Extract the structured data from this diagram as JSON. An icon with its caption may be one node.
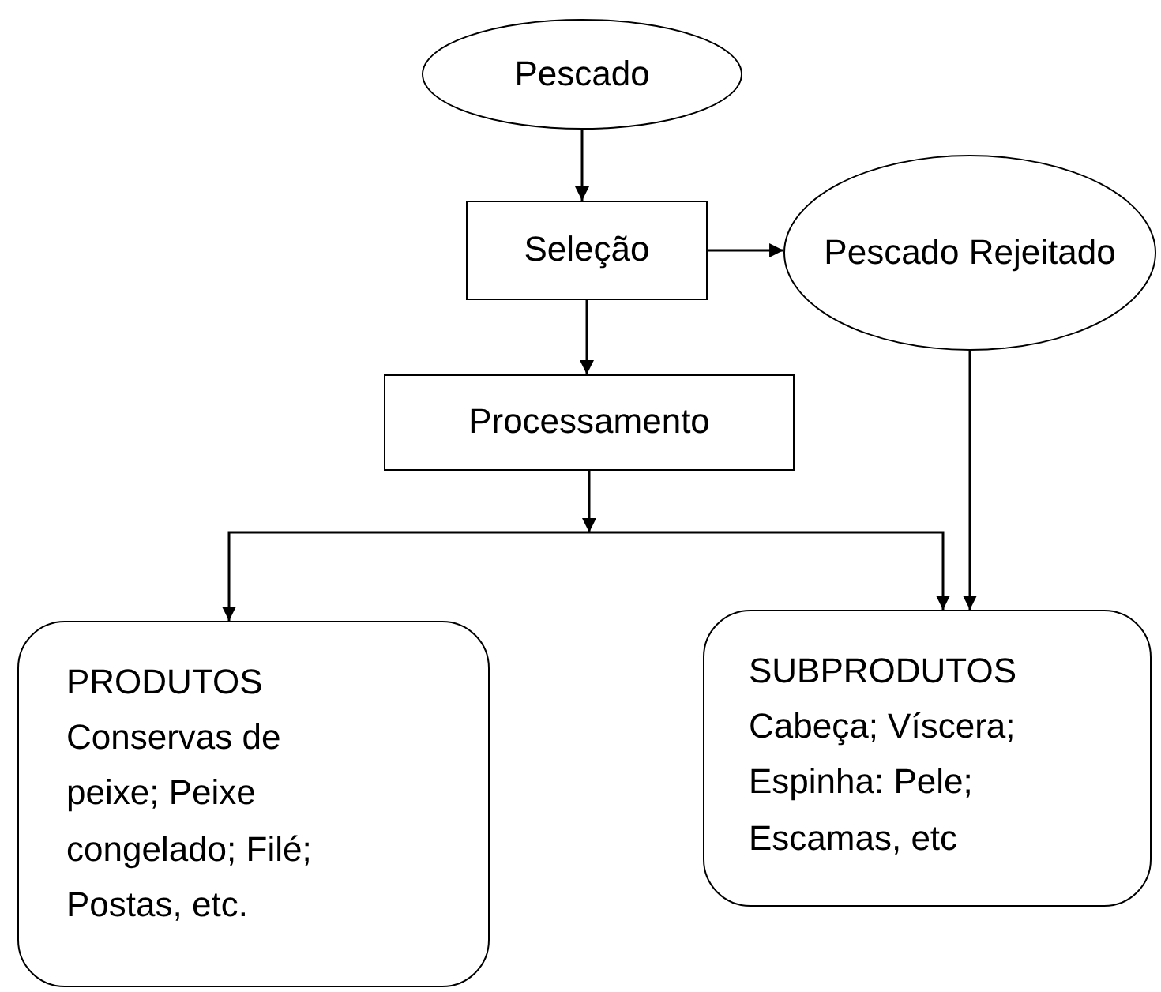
{
  "diagram": {
    "nodes": [
      {
        "text": [
          "Pescado"
        ]
      },
      {
        "text": [
          "Seleção"
        ]
      },
      {
        "text": [
          "Pescado Rejeitado"
        ]
      },
      {
        "text": [
          "Processamento"
        ]
      },
      {
        "text": [
          "PRODUTOS",
          "Conservas de peixe; Peixe congelado; Filé; Postas, etc."
        ]
      },
      {
        "text": [
          "SUBPRODUTOS",
          "Cabeça; Víscera; Espinha: Pele; Escamas, etc"
        ]
      }
    ],
    "edges": [
      {
        "from": 0,
        "to": 1,
        "arrow": "to"
      },
      {
        "from": 1,
        "to": 2,
        "arrow": "to"
      },
      {
        "from": 1,
        "to": 3,
        "arrow": "to"
      },
      {
        "from": 3,
        "to": 4,
        "arrow": "to"
      },
      {
        "from": 3,
        "to": 5,
        "arrow": "to"
      },
      {
        "from": 2,
        "to": 5,
        "arrow": "to"
      }
    ]
  }
}
